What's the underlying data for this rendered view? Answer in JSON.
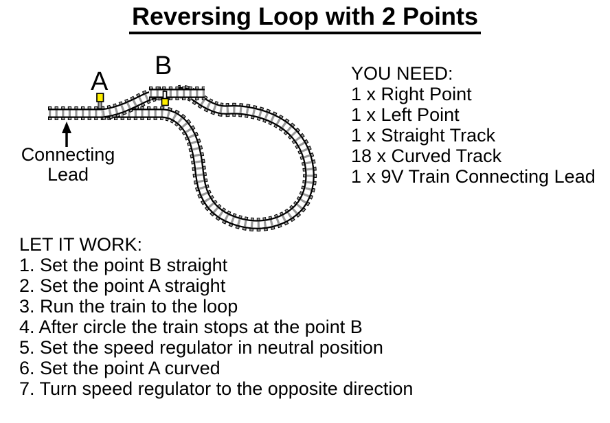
{
  "title": "Reversing Loop with 2 Points",
  "diagram": {
    "label_a": "A",
    "label_b": "B",
    "connecting_lead_line1": "Connecting",
    "connecting_lead_line2": "Lead",
    "colors": {
      "tie_gray": "#9a9a9a",
      "rail_black": "#000000",
      "lever_yellow": "#FFEE00"
    }
  },
  "you_need": {
    "heading": "YOU NEED:",
    "items": [
      "1 x Right Point",
      "1 x Left Point",
      "1 x Straight Track",
      "18 x Curved Track",
      "1 x 9V Train Connecting Lead"
    ]
  },
  "let_it_work": {
    "heading": "LET IT WORK:",
    "steps": [
      "1. Set the point B straight",
      "2. Set the point A straight",
      "3. Run the train to the loop",
      "4. After circle the train stops at the point B",
      "5. Set the speed regulator in neutral position",
      "6. Set the point A curved",
      "7. Turn speed regulator to the opposite direction"
    ]
  }
}
